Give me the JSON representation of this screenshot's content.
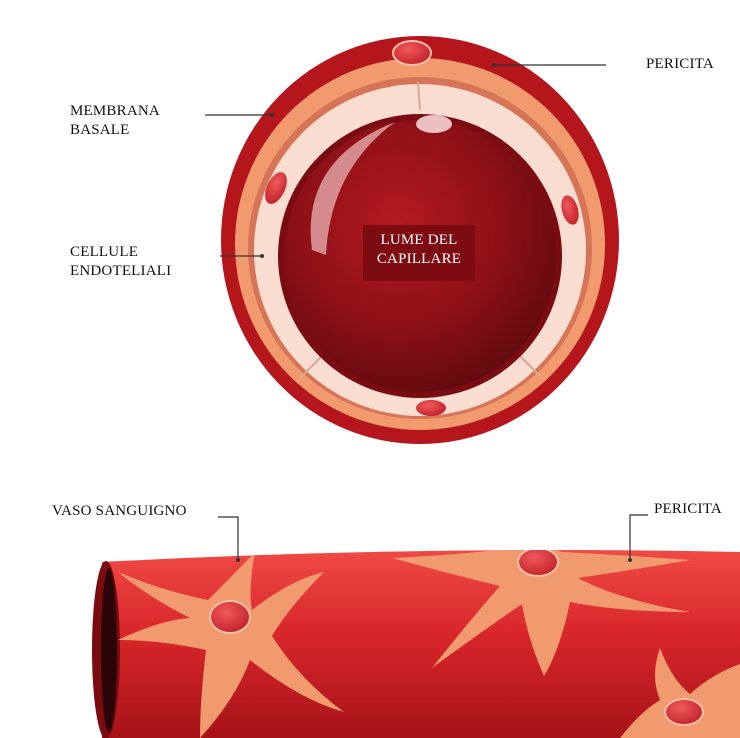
{
  "labels": {
    "pericita_top": "PERICITA",
    "membrana_line1": "MEMBRANA",
    "membrana_line2": "BASALE",
    "cellule_line1": "CELLULE",
    "cellule_line2": "ENDOTELIALI",
    "lume_line1": "LUME DEL",
    "lume_line2": "CAPILLARE",
    "vaso": "VASO SANGUIGNO",
    "pericita_bottom": "PERICITA"
  },
  "colors": {
    "outer_membrane": "#b4161c",
    "pericyte": "#f09a6e",
    "endothelial": "#f8ddd0",
    "lumen_dark": "#6e0d12",
    "lumen_mid": "#a3141b",
    "nucleus": "#e0343a",
    "vessel": "#d8262b",
    "vessel_dark": "#9c1218"
  }
}
